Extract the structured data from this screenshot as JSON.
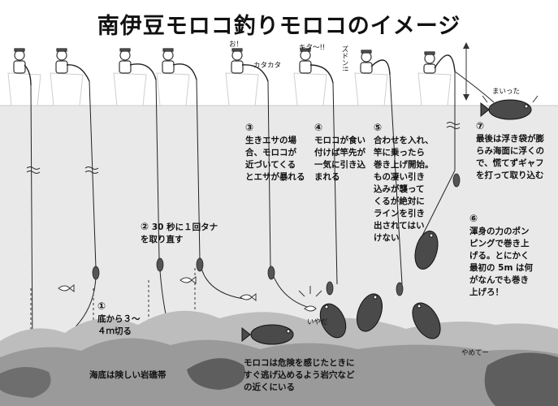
{
  "title": "南伊豆モロコ釣りモロコのイメージ",
  "steps": [
    {
      "number": "①",
      "text": "底から３～\n４ｍ切る"
    },
    {
      "number": "②",
      "text": "30 秒に１回タナ\nを取り直す"
    },
    {
      "number": "③",
      "text": "生きエサの場\n合、モロコが\n近づいてくる\nとエサが暴れる"
    },
    {
      "number": "④",
      "text": "モロコが食い\n付けば竿先が\n一気に引き込\nまれる"
    },
    {
      "number": "⑤",
      "text": "合わせを入れ、\n竿に乗ったら\n巻き上げ開始。\nもの凄い引き\n込みが襲って\nくるが絶対に\nラインを引き\n出されてはい\nけない"
    },
    {
      "number": "⑥",
      "text": "渾身の力のポン\nピングで巻き上\nげる。とにかく\n最初の 5m は何\nがなんでも巻き\n上げろ！"
    },
    {
      "number": "⑦",
      "text": "最後は浮き袋が膨\nらみ海面に浮くの\nで、慌てずギャフ\nを打って取り込む"
    }
  ],
  "notes": {
    "seabed": "海底は険しい岩礁帯",
    "moroko": "モロコは危険を感じたときに\nすぐ逃げ込めるよう岩穴など\nの近くにいる"
  },
  "sfx": {
    "oh": "お！",
    "katakata": "カタカタ",
    "kita": "キタ～!!",
    "zudon": "ズドン!!",
    "maitta": "まいった",
    "iyada": "いやだ",
    "yameteru": "やめてー"
  },
  "colors": {
    "sky": "#ffffff",
    "water": "#e9e9e9",
    "rock_light": "#bdbdbd",
    "rock_mid": "#9a9a9a",
    "rock_dark": "#5e5e5e",
    "line": "#222222",
    "fish": "#4a4a4a"
  }
}
